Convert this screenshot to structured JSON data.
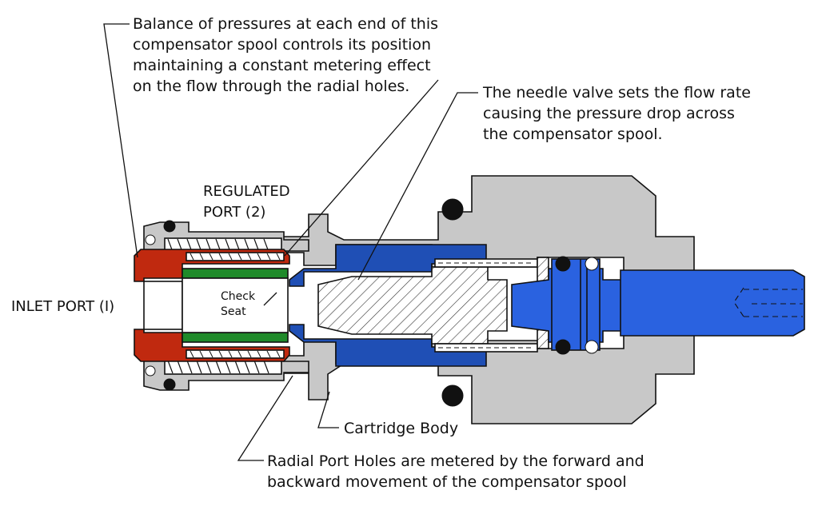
{
  "annotations": {
    "balance_line1": "Balance of pressures at each end of this",
    "balance_line2": "compensator spool controls its position",
    "balance_line3": "maintaining a constant metering effect",
    "balance_line4": "on the flow through the radial holes.",
    "needle_line1": "The needle valve sets the flow rate",
    "needle_line2": "causing the pressure drop across",
    "needle_line3": "the compensator spool.",
    "regulated_line1": "REGULATED",
    "regulated_line2": "PORT (2)",
    "inlet_port": "INLET PORT (I)",
    "check_line1": "Check",
    "check_line2": "Seat",
    "cartridge_body": "Cartridge Body",
    "radial_line1": "Radial Port Holes are metered by the forward and",
    "radial_line2": "backward movement of the compensator spool"
  },
  "colors": {
    "body_gray": "#c8c8c8",
    "compensator_red": "#c0290f",
    "check_seat_green": "#1f8a2a",
    "needle_blue": "#1f4fb5",
    "handle_blue": "#2a62e0",
    "oring_black": "#111111"
  },
  "icons": [
    "o-ring-icon",
    "spring-icon",
    "needle-valve-icon"
  ]
}
